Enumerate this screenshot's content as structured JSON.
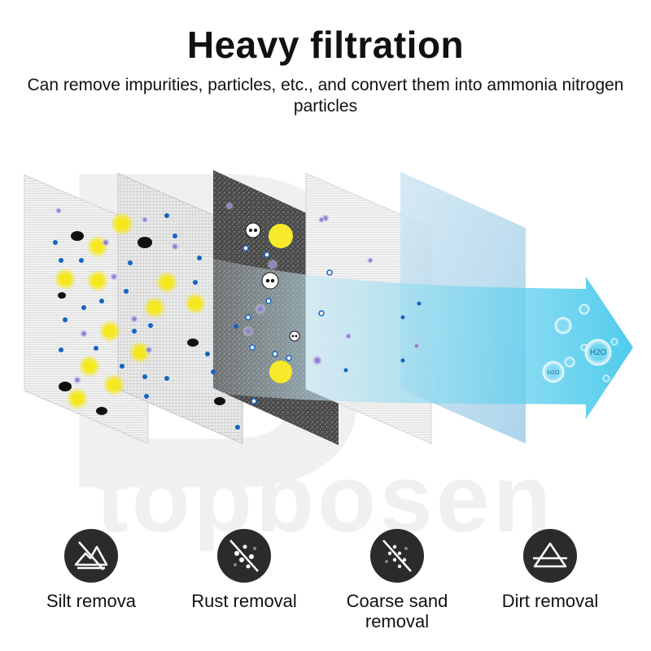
{
  "header": {
    "title": "Heavy filtration",
    "subtitle": "Can remove impurities, particles, etc., and convert them into ammonia nitrogen particles"
  },
  "watermark": {
    "letter": "B",
    "brand": "topbosen"
  },
  "illustration": {
    "water_label_1": "H2O",
    "water_label_2": "H2O",
    "colors": {
      "arrow": "#3fc6ea",
      "particle_yellow": "#f7ea2a",
      "particle_blue": "#1565c0",
      "particle_purple": "#9c8fd6",
      "particle_black": "#111111",
      "dark_layer": "#555555"
    }
  },
  "features": [
    {
      "label": "Silt remova",
      "icon": "mountain-crossed-icon"
    },
    {
      "label": "Rust removal",
      "icon": "dots-crossed-icon"
    },
    {
      "label": "Coarse sand removal",
      "icon": "sand-crossed-icon"
    },
    {
      "label": "Dirt removal",
      "icon": "triangle-crossed-icon"
    }
  ]
}
